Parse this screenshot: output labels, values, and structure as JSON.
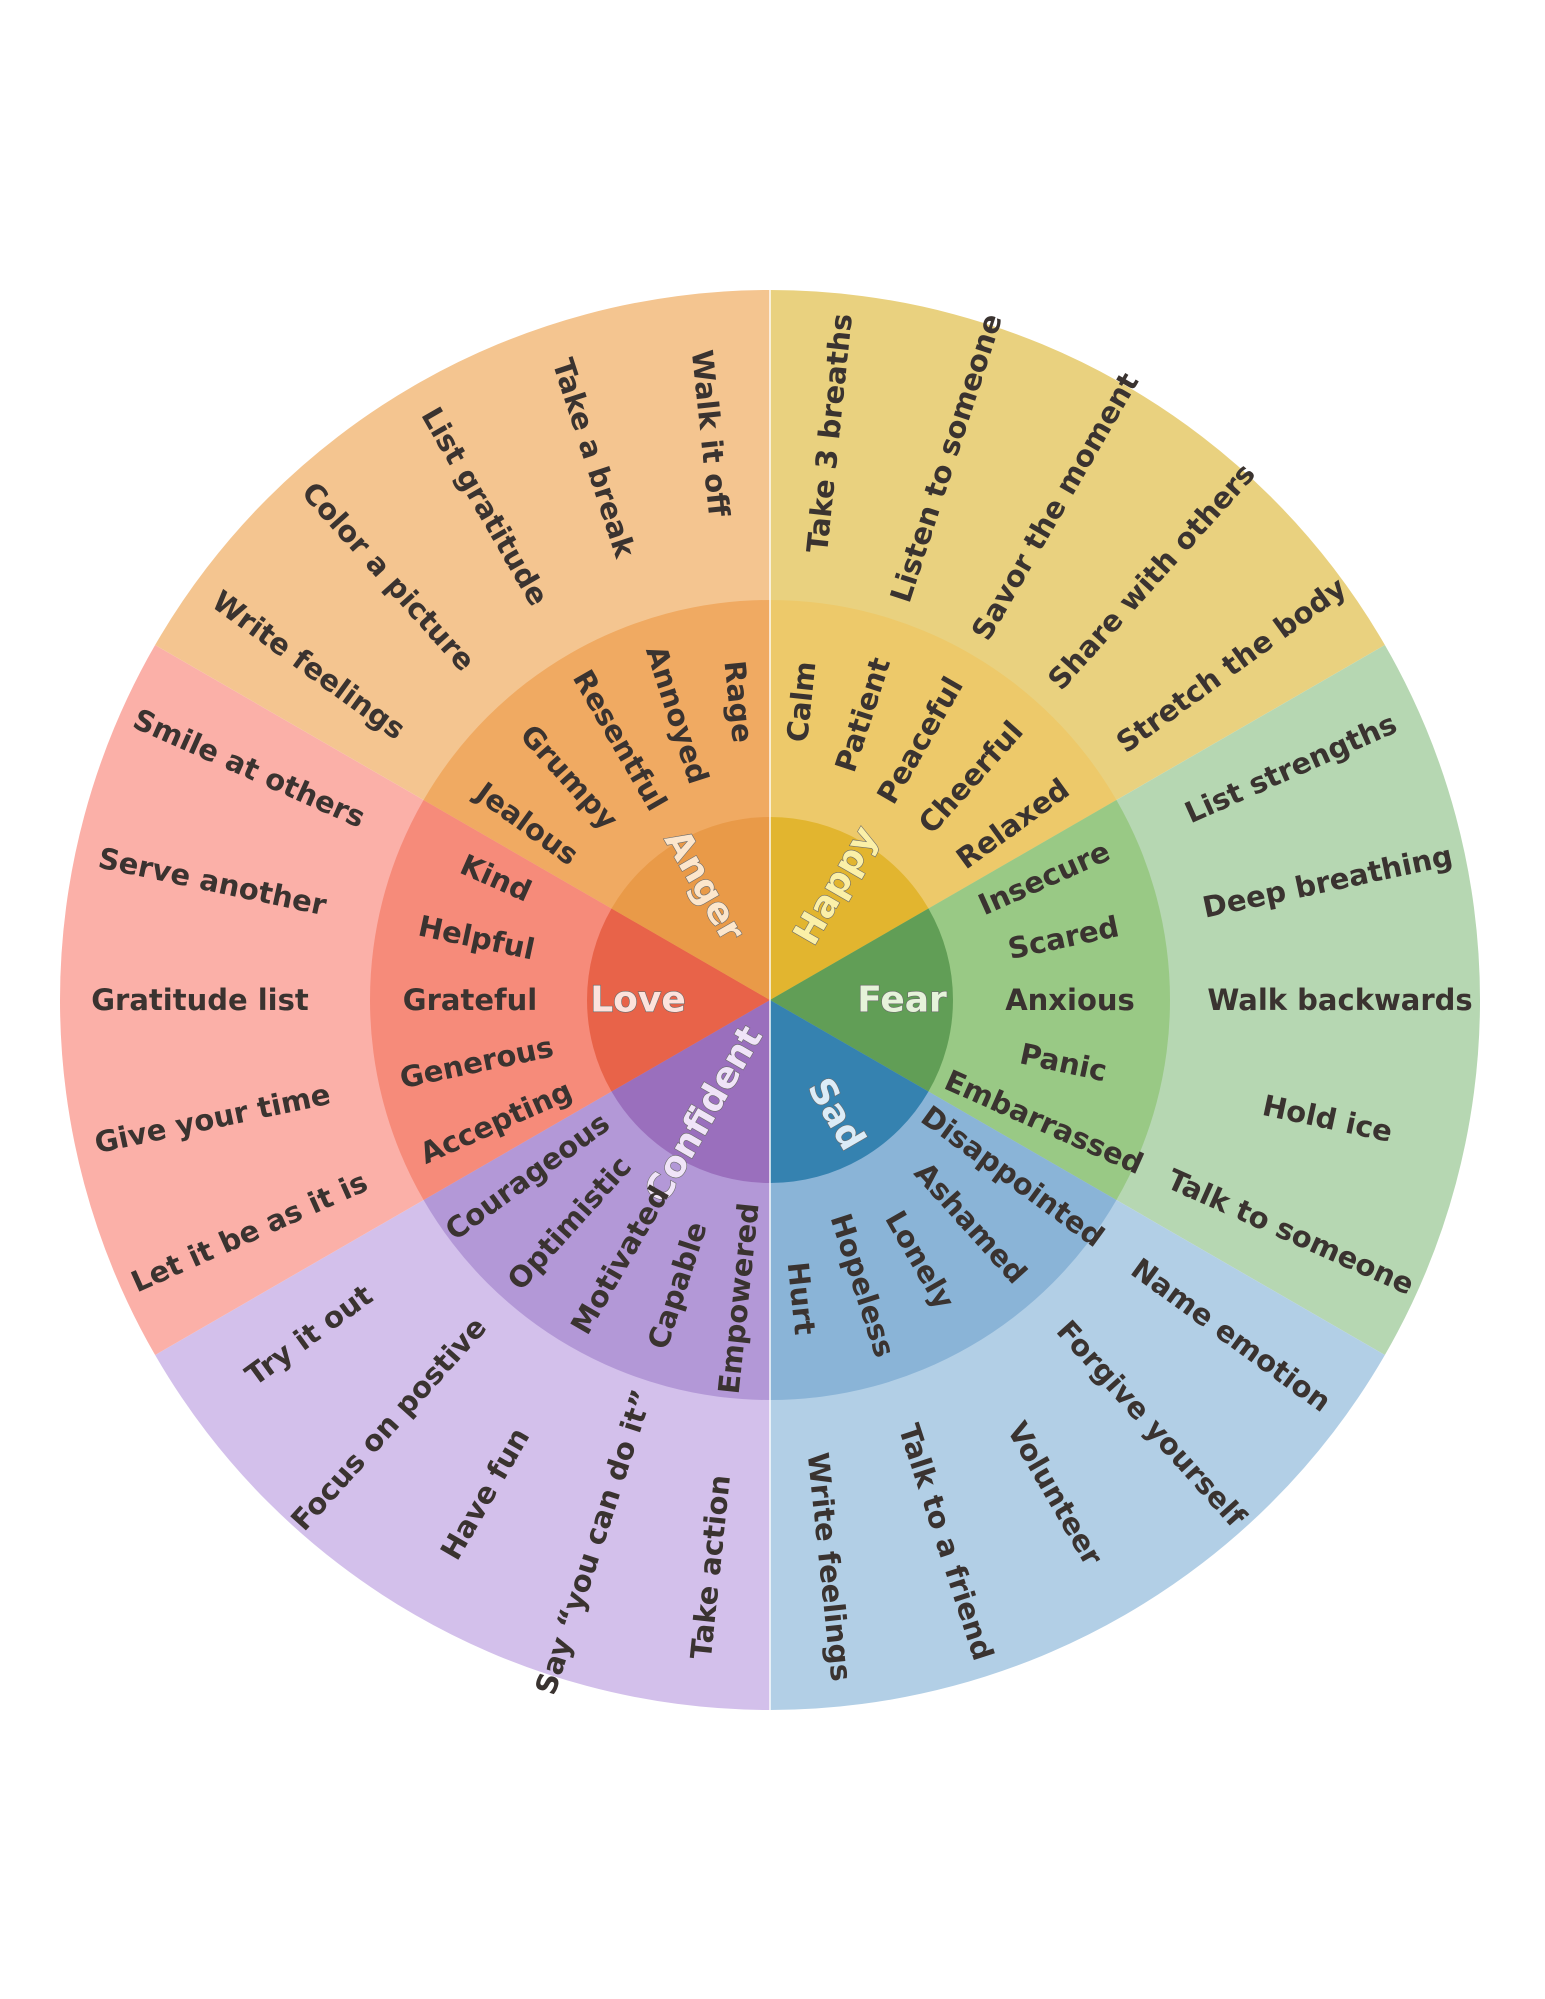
{
  "wheel": {
    "emotions": [
      {
        "name": "Happy",
        "colors": {
          "core": "#e2b52f",
          "inner": "#edc96a",
          "outer": "#e9d17f",
          "label": "#fbf0a8"
        },
        "feelings": [
          "Calm",
          "Patient",
          "Peaceful",
          "Cheerful",
          "Relaxed"
        ],
        "actions": [
          "Take 3 breaths",
          "Listen to someone",
          "Savor the moment",
          "Share with others",
          "Stretch the body"
        ]
      },
      {
        "name": "Fear",
        "colors": {
          "core": "#619e56",
          "inner": "#99c985",
          "outer": "#b6d7b2",
          "label": "#e6f3da"
        },
        "feelings": [
          "Insecure",
          "Scared",
          "Anxious",
          "Panic",
          "Embarrassed"
        ],
        "actions": [
          "List strengths",
          "Deep breathing",
          "Walk backwards",
          "Hold ice",
          "Talk to someone"
        ]
      },
      {
        "name": "Sad",
        "colors": {
          "core": "#3582b0",
          "inner": "#8ab4d7",
          "outer": "#b2cfe6",
          "label": "#dcecf7"
        },
        "feelings": [
          "Disappointed",
          "Ashamed",
          "Lonely",
          "Hopeless",
          "Hurt"
        ],
        "actions": [
          "Name emotion",
          "Forgive yourself",
          "Volunteer",
          "Talk to a friend",
          "Write feelings"
        ]
      },
      {
        "name": "Confident",
        "colors": {
          "core": "#9a6fbd",
          "inner": "#b398d7",
          "outer": "#d3c0eb",
          "label": "#f0e4f8"
        },
        "feelings": [
          "Empowered",
          "Capable",
          "Motivated",
          "Optimistic",
          "Courageous"
        ],
        "actions": [
          "Take action",
          "Say “you can do it”",
          "Have fun",
          "Focus on postive",
          "Try it out"
        ]
      },
      {
        "name": "Love",
        "colors": {
          "core": "#e86349",
          "inner": "#f68b7a",
          "outer": "#fbb0a8",
          "label": "#fde2dc"
        },
        "feelings": [
          "Accepting",
          "Generous",
          "Grateful",
          "Helpful",
          "Kind"
        ],
        "actions": [
          "Let it be as it is",
          "Give your time",
          "Gratitude list",
          "Serve another",
          "Smile at others"
        ]
      },
      {
        "name": "Anger",
        "colors": {
          "core": "#e99a48",
          "inner": "#f0aa62",
          "outer": "#f4c590",
          "label": "#fce6cc"
        },
        "feelings": [
          "Jealous",
          "Grumpy",
          "Resentful",
          "Annoyed",
          "Rage"
        ],
        "actions": [
          "Write feelings",
          "Color a picture",
          "List gratitude",
          "Take a break",
          "Walk it off"
        ]
      }
    ]
  }
}
